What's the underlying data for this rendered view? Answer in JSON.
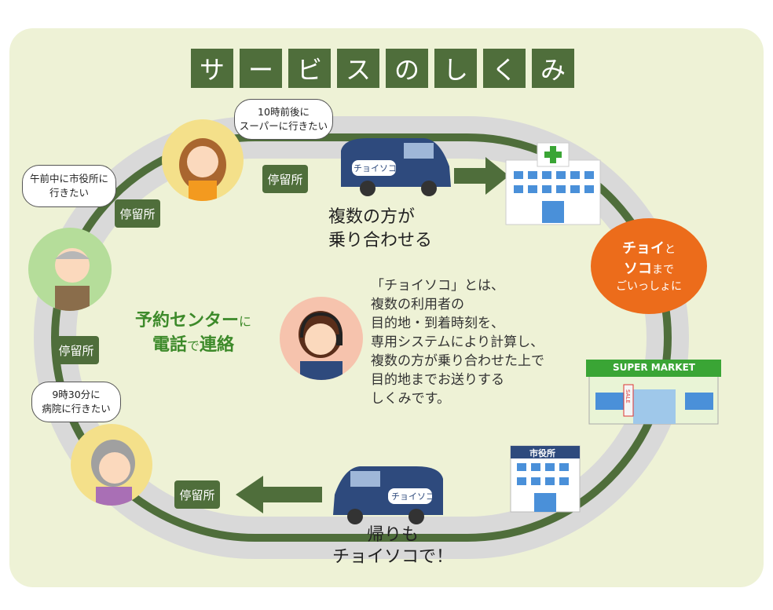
{
  "title_chars": [
    "サ",
    "ー",
    "ビ",
    "ス",
    "の",
    "し",
    "く",
    "み"
  ],
  "stops": {
    "top": "停留所",
    "left_upper": "停留所",
    "left_middle": "停留所",
    "bottom": "停留所"
  },
  "bubbles": {
    "top_woman_line1": "10時前後に",
    "top_woman_line2": "スーパーに行きたい",
    "old_man_line1": "午前中に市役所に",
    "old_man_line2": "行きたい",
    "old_woman_line1": "9時30分に",
    "old_woman_line2": "病院に行きたい"
  },
  "labels": {
    "rideshare_line1": "複数の方が",
    "rideshare_line2": "乗り合わせる",
    "return_line1": "帰りも",
    "return_line2": "チョイソコで！",
    "reserve_part1": "予約センター",
    "reserve_part2": "に",
    "call_part1": "電話",
    "call_part2": "で",
    "call_part3": "連絡",
    "supermarket": "SUPER MARKET",
    "cityhall": "市役所",
    "van_logo": "チョイソコ",
    "van_logo_2": "チョイソコ",
    "sale_sign": "SALE"
  },
  "explanation": [
    "「チョイソコ」とは、",
    "複数の利用者の",
    "目的地・到着時刻を、",
    "専用システムにより計算し、",
    "複数の方が乗り合わせた上で",
    "目的地までお送りする",
    "しくみです。"
  ],
  "choiso_bubble": {
    "choi": "チョイ",
    "to": "と",
    "soko": "ソコ",
    "made": "まで",
    "line3": "ごいっしょに"
  },
  "colors": {
    "panel": "#eef2d6",
    "dark_green": "#4f6e3b",
    "track": "#d9d9d9",
    "orange": "#ec6c1b",
    "text_green": "#3d8a2a"
  },
  "icons": [
    "hospital-icon",
    "supermarket-icon",
    "city-hall-icon",
    "van-icon",
    "arrow-right-icon",
    "arrow-left-icon",
    "headset-icon"
  ]
}
